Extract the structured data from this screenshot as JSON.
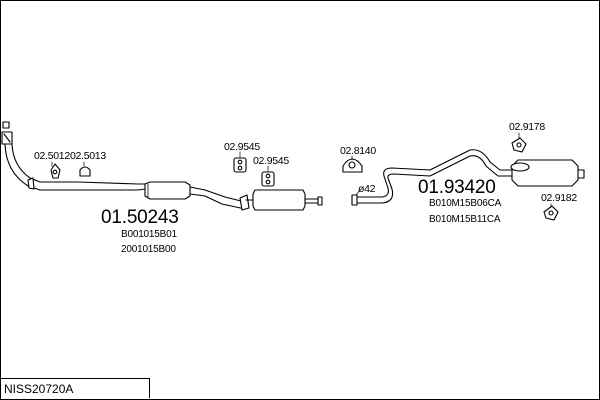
{
  "reference": "NISS20720A",
  "front_section": {
    "part_number": "01.50243",
    "codes": [
      "B001015B01",
      "2001015B00"
    ]
  },
  "rear_section": {
    "part_number": "01.93420",
    "codes": [
      "B010M15B06CA",
      "B010M15B11CA"
    ]
  },
  "parts": {
    "p1": "02.5012",
    "p2": "02.5013",
    "p3": "02.9545",
    "p4": "02.9545",
    "p5": "02.8140",
    "p6": "02.9178",
    "p7": "02.9182"
  },
  "pipe_diameter": "ø42"
}
